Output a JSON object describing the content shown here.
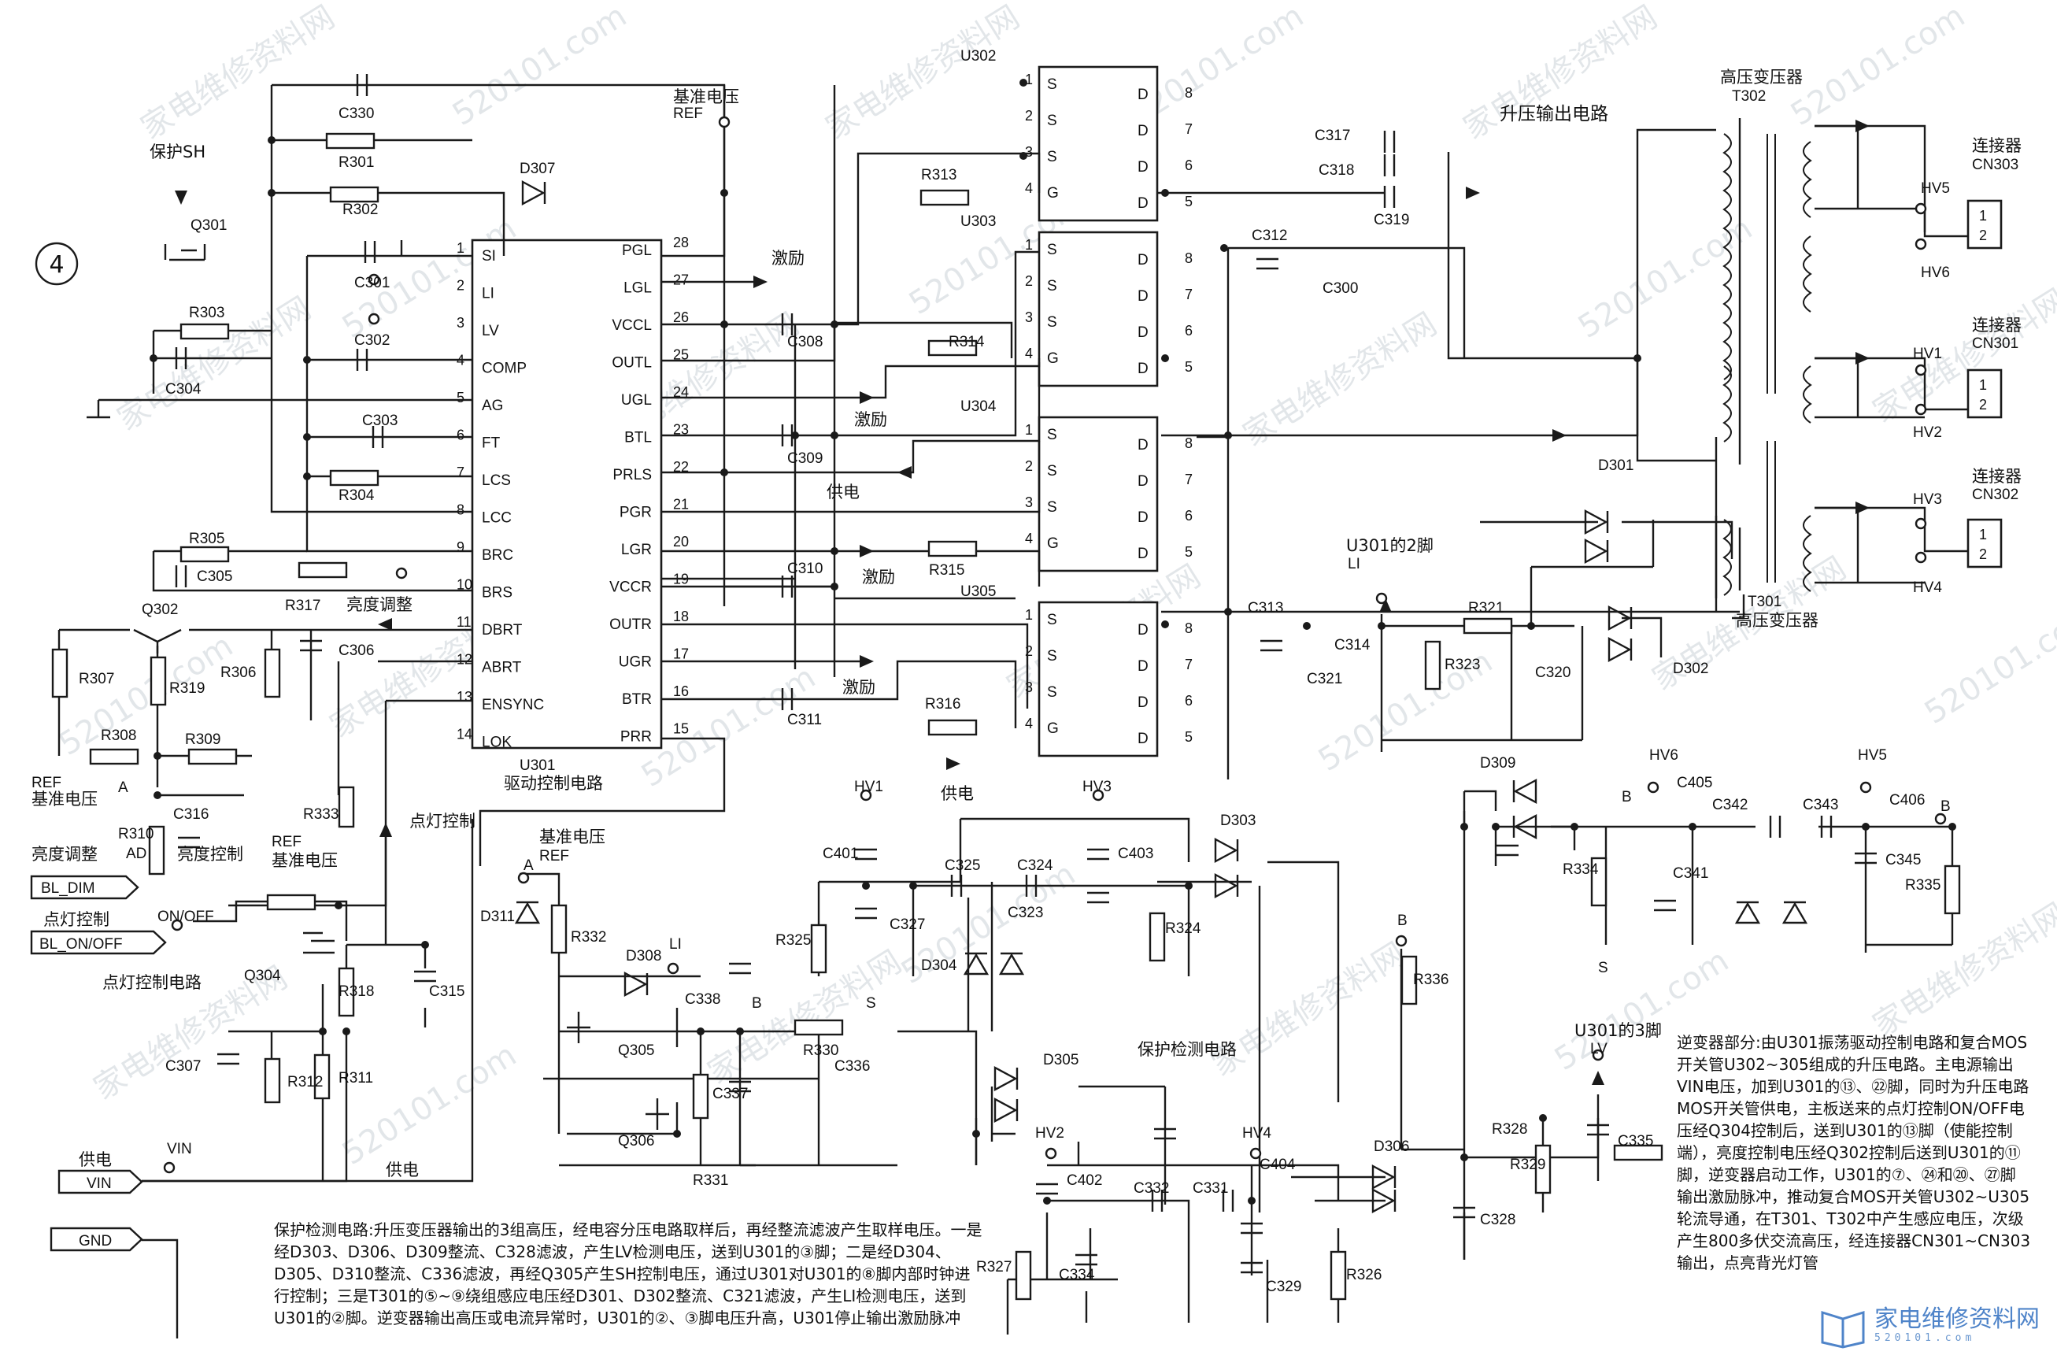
{
  "page_number": "4",
  "ic": {
    "ref": "U301",
    "name": "驱动控制电路",
    "pins_left": [
      {
        "n": "1",
        "name": "SI"
      },
      {
        "n": "2",
        "name": "LI"
      },
      {
        "n": "3",
        "name": "LV"
      },
      {
        "n": "4",
        "name": "COMP"
      },
      {
        "n": "5",
        "name": "AG"
      },
      {
        "n": "6",
        "name": "FT"
      },
      {
        "n": "7",
        "name": "LCS"
      },
      {
        "n": "8",
        "name": "LCC"
      },
      {
        "n": "9",
        "name": "BRC"
      },
      {
        "n": "10",
        "name": "BRS"
      },
      {
        "n": "11",
        "name": "DBRT"
      },
      {
        "n": "12",
        "name": "ABRT"
      },
      {
        "n": "13",
        "name": "ENSYNC"
      },
      {
        "n": "14",
        "name": "LOK"
      }
    ],
    "pins_right": [
      {
        "n": "28",
        "name": "PGL"
      },
      {
        "n": "27",
        "name": "LGL"
      },
      {
        "n": "26",
        "name": "VCCL"
      },
      {
        "n": "25",
        "name": "OUTL"
      },
      {
        "n": "24",
        "name": "UGL"
      },
      {
        "n": "23",
        "name": "BTL"
      },
      {
        "n": "22",
        "name": "PRLS"
      },
      {
        "n": "21",
        "name": "PGR"
      },
      {
        "n": "20",
        "name": "LGR"
      },
      {
        "n": "19",
        "name": "VCCR"
      },
      {
        "n": "18",
        "name": "OUTR"
      },
      {
        "n": "17",
        "name": "UGR"
      },
      {
        "n": "16",
        "name": "BTR"
      },
      {
        "n": "15",
        "name": "PRR"
      }
    ]
  },
  "mosfets": [
    {
      "ref": "U302",
      "left": [
        {
          "n": "1",
          "s": "S"
        },
        {
          "n": "2",
          "s": "S"
        },
        {
          "n": "3",
          "s": "S"
        },
        {
          "n": "4",
          "s": "G"
        }
      ],
      "right": [
        {
          "n": "8",
          "s": "D"
        },
        {
          "n": "7",
          "s": "D"
        },
        {
          "n": "6",
          "s": "D"
        },
        {
          "n": "5",
          "s": "D"
        }
      ]
    },
    {
      "ref": "U303",
      "left": [
        {
          "n": "1",
          "s": "S"
        },
        {
          "n": "2",
          "s": "S"
        },
        {
          "n": "3",
          "s": "S"
        },
        {
          "n": "4",
          "s": "G"
        }
      ],
      "right": [
        {
          "n": "8",
          "s": "D"
        },
        {
          "n": "7",
          "s": "D"
        },
        {
          "n": "6",
          "s": "D"
        },
        {
          "n": "5",
          "s": "D"
        }
      ]
    },
    {
      "ref": "U304",
      "left": [
        {
          "n": "1",
          "s": "S"
        },
        {
          "n": "2",
          "s": "S"
        },
        {
          "n": "3",
          "s": "S"
        },
        {
          "n": "4",
          "s": "G"
        }
      ],
      "right": [
        {
          "n": "8",
          "s": "D"
        },
        {
          "n": "7",
          "s": "D"
        },
        {
          "n": "6",
          "s": "D"
        },
        {
          "n": "5",
          "s": "D"
        }
      ]
    },
    {
      "ref": "U305",
      "left": [
        {
          "n": "1",
          "s": "S"
        },
        {
          "n": "2",
          "s": "S"
        },
        {
          "n": "3",
          "s": "S"
        },
        {
          "n": "4",
          "s": "G"
        }
      ],
      "right": [
        {
          "n": "8",
          "s": "D"
        },
        {
          "n": "7",
          "s": "D"
        },
        {
          "n": "6",
          "s": "D"
        },
        {
          "n": "5",
          "s": "D"
        }
      ]
    }
  ],
  "labels": {
    "protect_sh": "保护SH",
    "ref_voltage": "基准电压",
    "ref": "REF",
    "boost_output": "升压输出电路",
    "hv_transformer": "高压变压器",
    "t302": "T302",
    "t301": "T301",
    "hv_transformer_b": "高压变压器",
    "connector": "连接器",
    "cn303": "CN303",
    "cn301": "CN301",
    "cn302": "CN302",
    "hv5": "HV5",
    "hv6": "HV6",
    "hv1": "HV1",
    "hv2": "HV2",
    "hv3": "HV3",
    "hv4": "HV4",
    "excite": "激励",
    "supply": "供电",
    "brightness_adj": "亮度调整",
    "brightness_ctrl": "亮度控制",
    "ref_label": "REF",
    "ref_cn": "基准电压",
    "a": "A",
    "ad": "AD",
    "bl_dim": "BL_DIM",
    "light_ctrl": "点灯控制",
    "on_off": "ON/OFF",
    "bl_on_off": "BL_ON/OFF",
    "light_ctrl_circuit": "点灯控制电路",
    "vin": "VIN",
    "gnd": "GND",
    "protect_detect": "保护检测电路",
    "u301_pin2": "U301的2脚",
    "li": "LI",
    "lv": "LV",
    "u301_pin3": "U301的3脚",
    "b": "B",
    "s": "S",
    "d": "D",
    "g": "G",
    "q301": "Q301",
    "q302": "Q302",
    "q304": "Q304",
    "q305": "Q305",
    "q306": "Q306"
  },
  "components": {
    "C330": "C330",
    "R301": "R301",
    "R302": "R302",
    "D307": "D307",
    "C301": "C301",
    "R303": "R303",
    "C304": "C304",
    "C302": "C302",
    "C303": "C303",
    "R304": "R304",
    "R305": "R305",
    "C305": "C305",
    "R317": "R317",
    "C306": "C306",
    "R307": "R307",
    "R319": "R319",
    "R306": "R306",
    "R308": "R308",
    "R309": "R309",
    "C316": "C316",
    "R310": "R310",
    "R333": "R333",
    "R318": "R318",
    "C315": "C315",
    "C307": "C307",
    "R312": "R312",
    "R311": "R311",
    "R313": "R313",
    "C308": "C308",
    "R314": "R314",
    "C309": "C309",
    "R315": "R315",
    "C310": "C310",
    "R316": "R316",
    "C311": "C311",
    "C317": "C317",
    "C318": "C318",
    "C319": "C319",
    "C312": "C312",
    "C300": "C300",
    "C313": "C313",
    "C321": "C321",
    "C314": "C314",
    "R321": "R321",
    "R323": "R323",
    "C320": "C320",
    "D301": "D301",
    "D302": "D302",
    "D309": "D309",
    "C405": "C405",
    "C342": "C342",
    "C343": "C343",
    "C406": "C406",
    "R334": "R334",
    "C341": "C341",
    "C345": "C345",
    "R335": "R335",
    "D311": "D311",
    "R332": "R332",
    "D308": "D308",
    "C338": "C338",
    "C337": "C337",
    "R330": "R330",
    "C336": "C336",
    "R331": "R331",
    "C401": "C401",
    "C325": "C325",
    "C324": "C324",
    "C403": "C403",
    "D303": "D303",
    "C327": "C327",
    "R325": "R325",
    "C323": "C323",
    "R324": "R324",
    "D304": "D304",
    "D305": "D305",
    "R336": "R336",
    "C402": "C402",
    "C332": "C332",
    "C331": "C331",
    "C404": "C404",
    "D306": "D306",
    "R327": "R327",
    "C334": "C334",
    "C329": "C329",
    "R326": "R326",
    "C328": "C328",
    "R328": "R328",
    "R329": "R329",
    "C335": "C335"
  },
  "notes": {
    "protect": "保护检测电路:升压变压器输出的3组高压，经电容分压电路取样后，再经整流滤波产生取样电压。一是经D303、D306、D309整流、C328滤波，产生LV检测电压，送到U301的③脚；二是经D304、D305、D310整流、C336滤波，再经Q305产生SH控制电压，通过U301对U301的⑧脚内部时钟进行控制；三是T301的⑤~⑨绕组感应电压经D301、D302整流、C321滤波，产生LI检测电压，送到U301的②脚。逆变器输出高压或电流异常时，U301的②、③脚电压升高，U301停止输出激励脉冲",
    "inverter": "逆变器部分:由U301振荡驱动控制电路和复合MOS开关管U302~305组成的升压电路。主电源输出VIN电压，加到U301的⑬、㉒脚，同时为升压电路MOS开关管供电，主板送来的点灯控制ON/OFF电压经Q304控制后，送到U301的⑬脚（使能控制端），亮度控制电压经Q302控制后送到U301的⑪脚，逆变器启动工作，U301的⑦、㉔和⑳、㉗脚输出激励脉冲，推动复合MOS开关管U302~U305轮流导通，在T301、T302中产生感应电压，次级产生800多伏交流高压，经连接器CN301~CN303输出，点亮背光灯管"
  },
  "watermark": "家电维修资料网",
  "watermark_url": "520101.com",
  "logo": {
    "text": "家电维修资料网",
    "url": "520101.com"
  }
}
